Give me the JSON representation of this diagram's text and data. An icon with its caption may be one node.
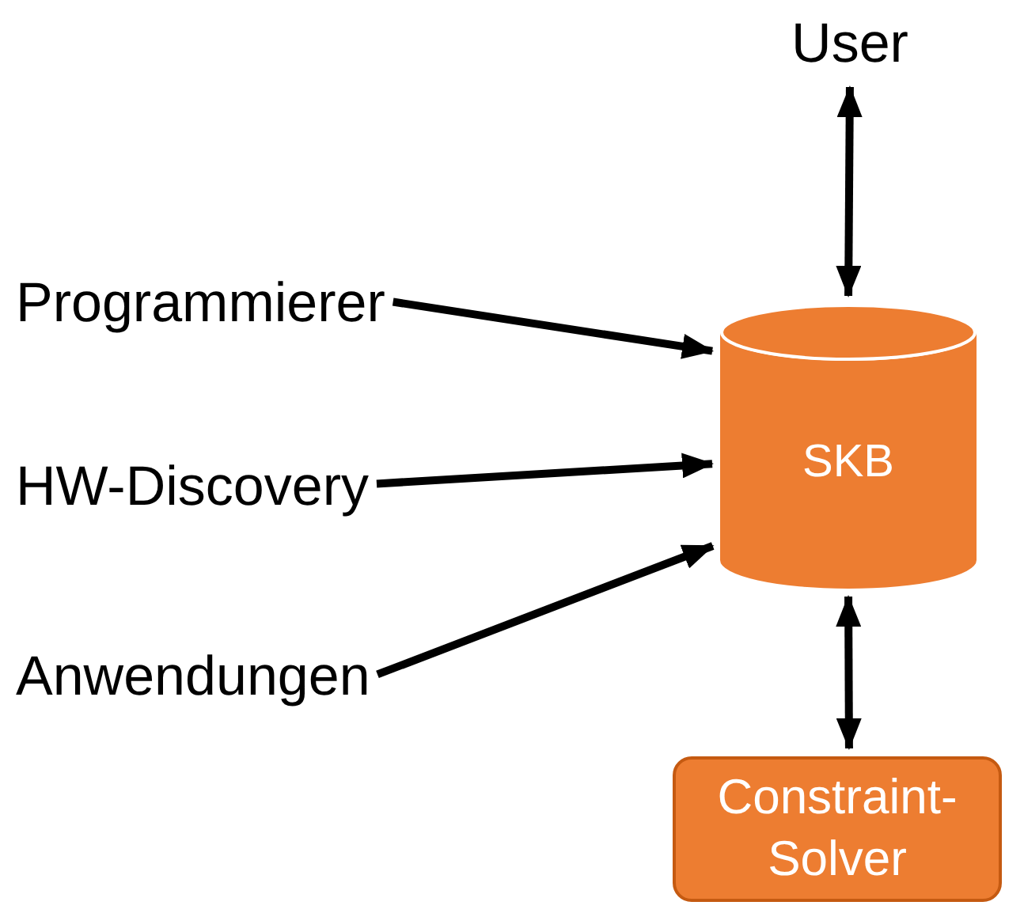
{
  "diagram": {
    "nodes": [
      {
        "text": [
          "User"
        ]
      },
      {
        "text": [
          "Programmierer"
        ]
      },
      {
        "text": [
          "HW-Discovery"
        ]
      },
      {
        "text": [
          "Anwendungen"
        ]
      },
      {
        "text": [
          "SKB"
        ]
      },
      {
        "text": [
          "Constraint-Solver"
        ]
      }
    ],
    "edges": [
      {
        "from": 0,
        "to": 4,
        "arrow": "both"
      },
      {
        "from": 1,
        "to": 4,
        "arrow": "to"
      },
      {
        "from": 2,
        "to": 4,
        "arrow": "to"
      },
      {
        "from": 3,
        "to": 4,
        "arrow": "to"
      },
      {
        "from": 4,
        "to": 5,
        "arrow": "both"
      }
    ]
  }
}
